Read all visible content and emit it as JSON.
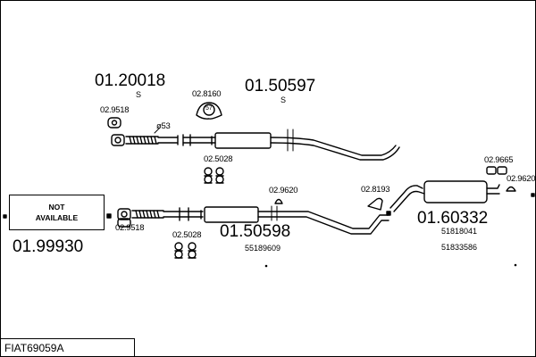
{
  "diagram": {
    "footer_code": "FIAT69059A",
    "not_available": {
      "line1": "NOT",
      "line2": "AVAILABLE"
    },
    "upper": {
      "front_pipe": {
        "number": "01.20018",
        "suffix": "S"
      },
      "middle_silencer": {
        "number": "01.50597",
        "suffix": "S"
      },
      "clamp_top": "02.9518",
      "gasket_top": "02.8160",
      "gasket_badge": "57",
      "diameter_label": "ø53",
      "hanger_top": "02.5028"
    },
    "lower": {
      "front_pipe": {
        "number": "01.99930"
      },
      "middle_silencer": {
        "number": "01.50598",
        "oe_ref": "55189609"
      },
      "clamp_bottom": "02.9518",
      "hanger_bottom": "02.5028",
      "mount_middle": "02.9620",
      "mount_rear_left": "02.8193",
      "rear_silencer": {
        "number": "01.60332",
        "oe_refs": [
          "51818041",
          "51833586"
        ]
      },
      "mount_rear_top": "02.9665",
      "mount_rear_right": "02.9620"
    }
  }
}
